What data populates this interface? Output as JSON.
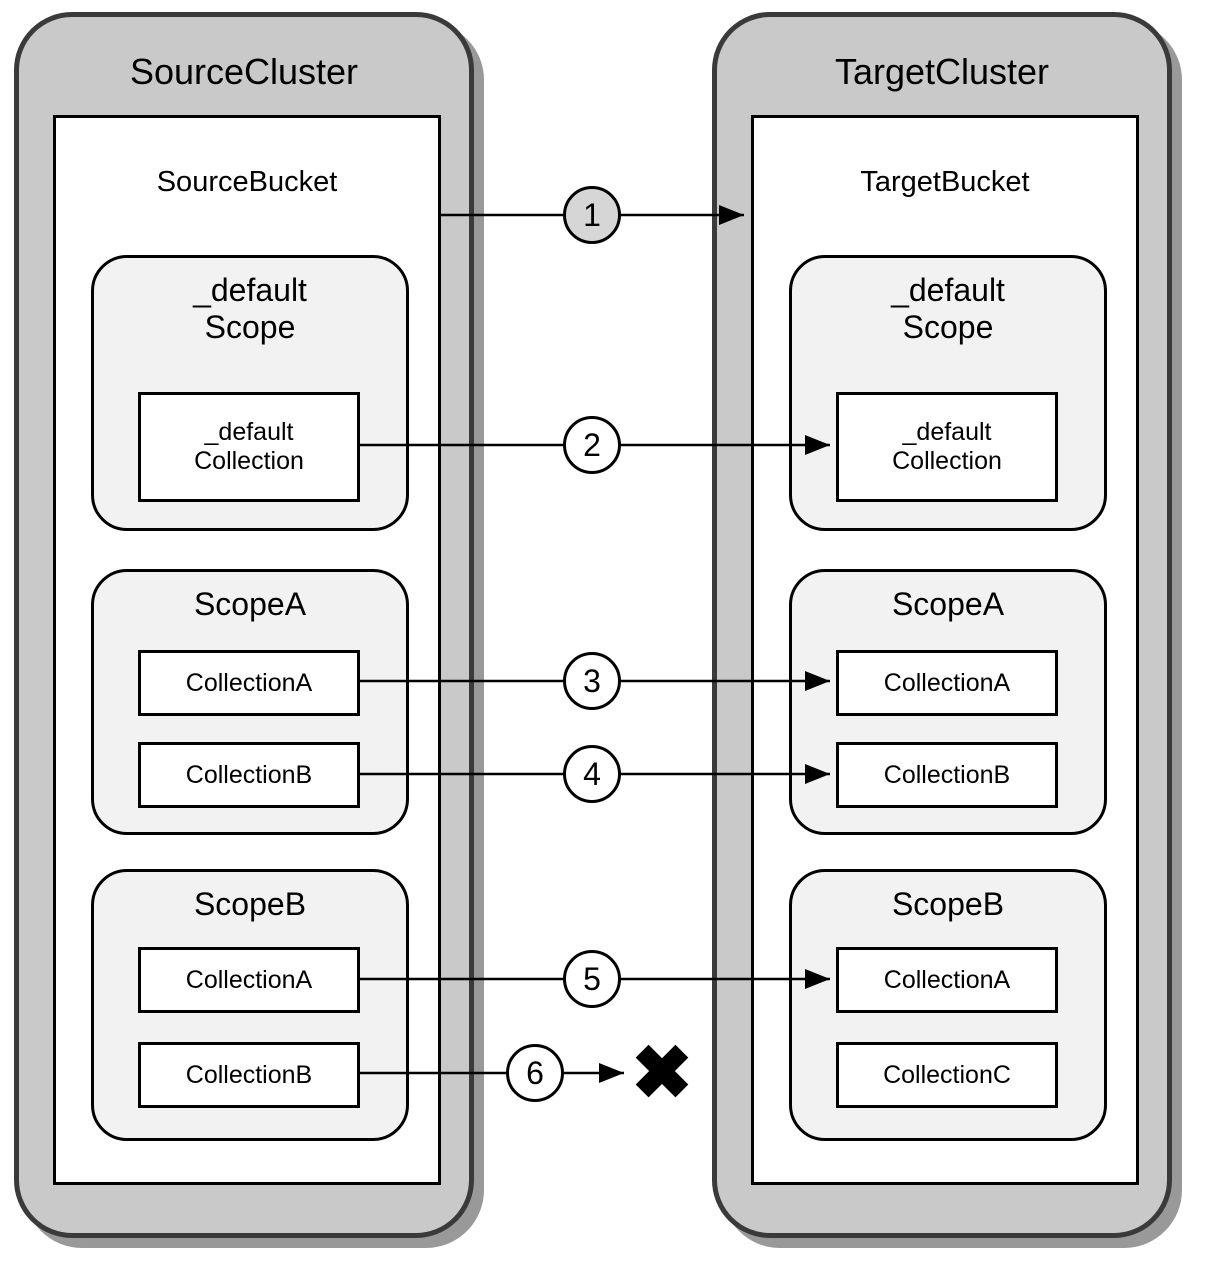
{
  "diagram": {
    "source": {
      "title": "SourceCluster",
      "bucket_title": "SourceBucket",
      "scopes": [
        {
          "title": "_default\nScope",
          "collections": [
            "_default\nCollection"
          ]
        },
        {
          "title": "ScopeA",
          "collections": [
            "CollectionA",
            "CollectionB"
          ]
        },
        {
          "title": "ScopeB",
          "collections": [
            "CollectionA",
            "CollectionB"
          ]
        }
      ]
    },
    "target": {
      "title": "TargetCluster",
      "bucket_title": "TargetBucket",
      "scopes": [
        {
          "title": "_default\nScope",
          "collections": [
            "_default\nCollection"
          ]
        },
        {
          "title": "ScopeA",
          "collections": [
            "CollectionA",
            "CollectionB"
          ]
        },
        {
          "title": "ScopeB",
          "collections": [
            "CollectionA",
            "CollectionC"
          ]
        }
      ]
    },
    "arrows": [
      {
        "label": "1"
      },
      {
        "label": "2"
      },
      {
        "label": "3"
      },
      {
        "label": "4"
      },
      {
        "label": "5"
      },
      {
        "label": "6",
        "blocked": true
      }
    ],
    "icons": {
      "blocked_cross": "✖"
    },
    "colors": {
      "cluster_fill": "#c9c9c9",
      "cluster_border": "#3a3a3a",
      "scope_fill": "#f2f2f2",
      "badge_1_fill": "#d6d6d6",
      "stroke": "#000000"
    }
  }
}
